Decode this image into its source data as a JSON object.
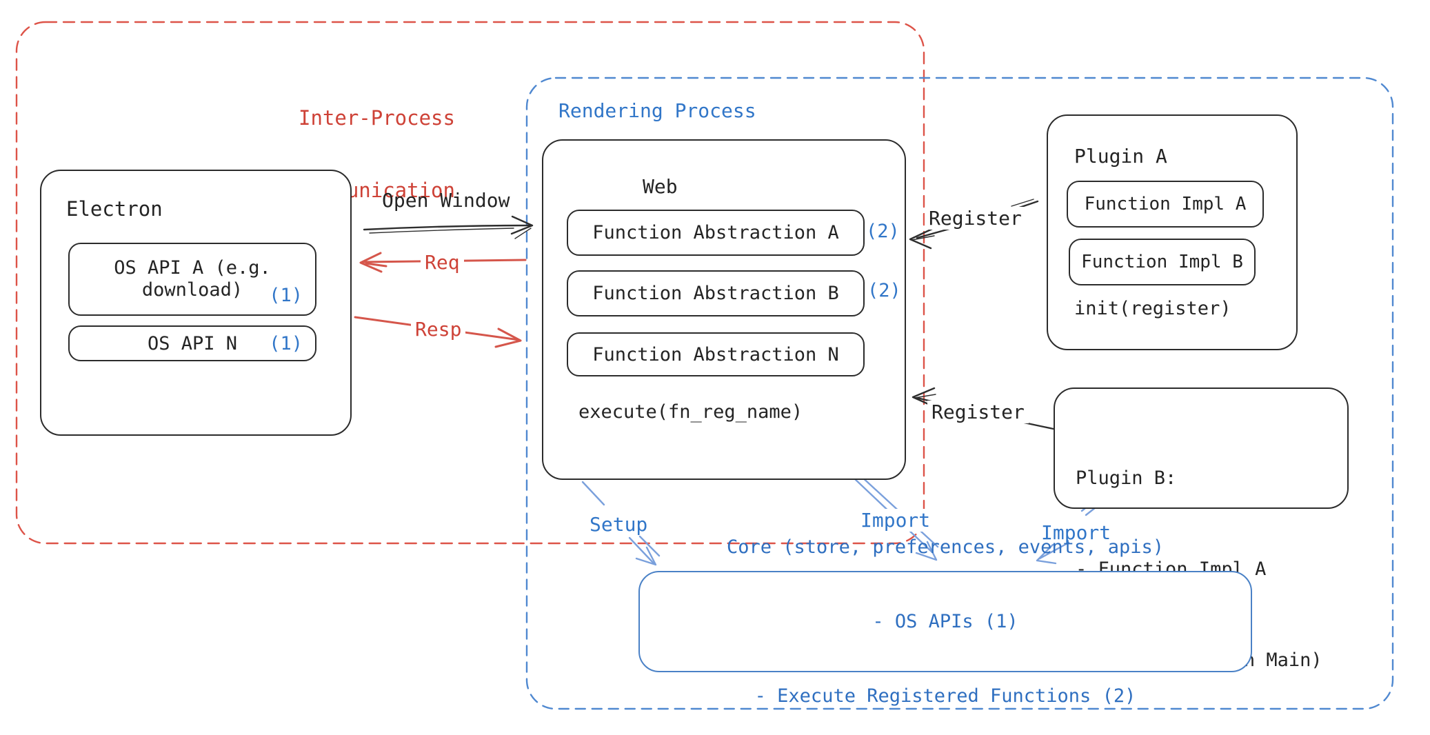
{
  "colors": {
    "ink": "#2e2e2e",
    "text_dark": "#242424",
    "box_border": "#2b2b2b",
    "text_red": "#ce4237",
    "arrow_red": "#d5564b",
    "dash_red": "#dd5348",
    "text_blue": "#3176c8",
    "arrow_blue": "#7aa0dc",
    "dash_blue": "#4f88d0",
    "core_border": "#4a81c6",
    "core_text": "#2f6fc0",
    "bg": "#ffffff"
  },
  "groups": {
    "ipc": {
      "label_line1": "Inter-Process",
      "label_line2": "Communication"
    },
    "rendering": {
      "label": "Rendering Process"
    }
  },
  "electron": {
    "title": "Electron",
    "os_api_a_line1": "OS API A (e.g.",
    "os_api_a_line2": "download)",
    "os_api_a_badge": "(1)",
    "os_api_n_label": "OS API N",
    "os_api_n_badge": "(1)"
  },
  "web": {
    "title": "Web",
    "abstraction_a": "Function Abstraction A",
    "abstraction_a_badge": "(2)",
    "abstraction_b": "Function Abstraction B",
    "abstraction_b_badge": "(2)",
    "abstraction_n": "Function Abstraction N",
    "execute_label": "execute(fn_reg_name)"
  },
  "plugin_a": {
    "title": "Plugin A",
    "impl_a": "Function Impl A",
    "impl_b": "Function Impl B",
    "init_label": "init(register)"
  },
  "plugin_b": {
    "title": "Plugin B:",
    "item_1": "- Function Impl A",
    "item_2": "- Module (run on Main)"
  },
  "core": {
    "line1": "Core (store, preferences, events, apis)",
    "line2": "- OS APIs (1)",
    "line3": "- Execute Registered Functions (2)"
  },
  "arrows": {
    "open_window": "Open Window",
    "req": "Req",
    "resp": "Resp",
    "register_a": "Register",
    "register_b": "Register",
    "setup": "Setup",
    "import_web": "Import",
    "import_plugin": "Import"
  }
}
